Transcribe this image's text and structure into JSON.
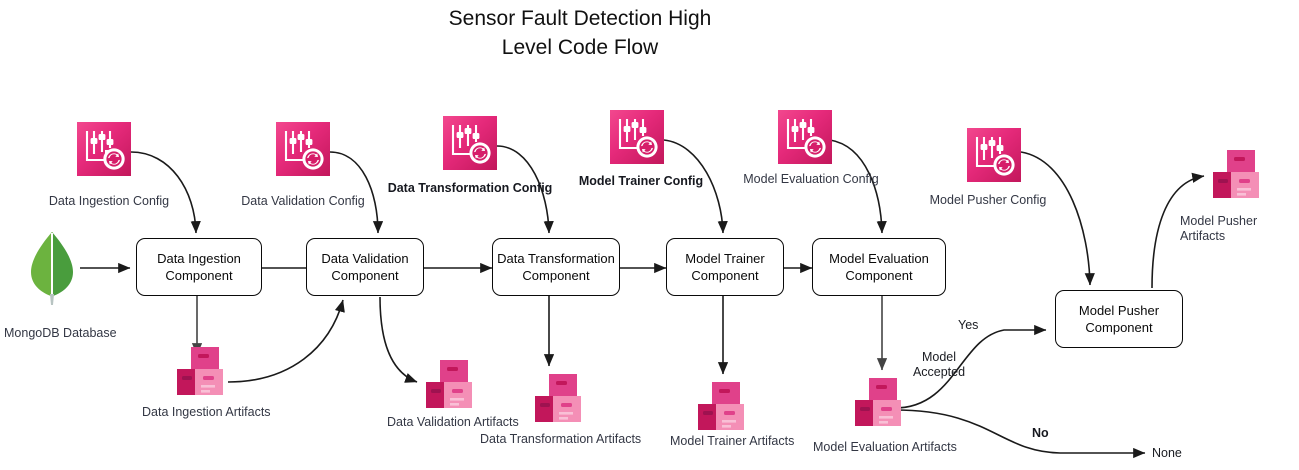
{
  "title": "Sensor Fault Detection High\nLevel Code Flow",
  "colors": {
    "config_icon_light": "#f2488e",
    "config_icon_mid": "#e62a7b",
    "config_icon_dark": "#c2175b",
    "artifact_top_box": "#e0418a",
    "artifact_left_box": "#c2175b",
    "artifact_front_box": "#f48fb6",
    "mongo_leaf_light": "#6cb33f",
    "mongo_leaf_dark": "#499d3d",
    "mongo_stem": "#b8c4c2",
    "stroke": "#1a1a1a",
    "box_border": "#0a0a0a",
    "label_text": "#333744"
  },
  "source": {
    "name": "mongodb-database",
    "icon": "mongodb-leaf-icon",
    "label": "MongoDB Database"
  },
  "components": [
    {
      "id": "data-ingestion",
      "label": "Data Ingestion\nComponent"
    },
    {
      "id": "data-validation",
      "label": "Data Validation\nComponent"
    },
    {
      "id": "data-transformation",
      "label": "Data Transformation\nComponent"
    },
    {
      "id": "model-trainer",
      "label": "Model Trainer\nComponent"
    },
    {
      "id": "model-evaluation",
      "label": "Model Evaluation\nComponent"
    },
    {
      "id": "model-pusher",
      "label": "Model Pusher\nComponent"
    }
  ],
  "configs": [
    {
      "id": "data-ingestion-config",
      "icon": "config-sliders-gear-icon",
      "label": "Data Ingestion Config",
      "bold": false
    },
    {
      "id": "data-validation-config",
      "icon": "config-sliders-gear-icon",
      "label": "Data Validation Config",
      "bold": false
    },
    {
      "id": "data-transformation-config",
      "icon": "config-sliders-gear-icon",
      "label": "Data Transformation Config",
      "bold": true
    },
    {
      "id": "model-trainer-config",
      "icon": "config-sliders-gear-icon",
      "label": "Model Trainer Config",
      "bold": true
    },
    {
      "id": "model-evaluation-config",
      "icon": "config-sliders-gear-icon",
      "label": "Model Evaluation Config",
      "bold": false
    },
    {
      "id": "model-pusher-config",
      "icon": "config-sliders-gear-icon",
      "label": "Model Pusher Config",
      "bold": false
    }
  ],
  "artifacts": [
    {
      "id": "data-ingestion-artifacts",
      "icon": "artifact-boxes-icon",
      "label": "Data Ingestion Artifacts"
    },
    {
      "id": "data-validation-artifacts",
      "icon": "artifact-boxes-icon",
      "label": "Data Validation Artifacts"
    },
    {
      "id": "data-transformation-artifacts",
      "icon": "artifact-boxes-icon",
      "label": "Data Transformation Artifacts"
    },
    {
      "id": "model-trainer-artifacts",
      "icon": "artifact-boxes-icon",
      "label": "Model Trainer Artifacts"
    },
    {
      "id": "model-evaluation-artifacts",
      "icon": "artifact-boxes-icon",
      "label": "Model Evaluation Artifacts"
    },
    {
      "id": "model-pusher-artifacts",
      "icon": "artifact-boxes-icon",
      "label": "Model Pusher Artifacts"
    }
  ],
  "decision": {
    "condition": "Model\nAccepted",
    "yes_label": "Yes",
    "no_label": "No",
    "no_target": "None"
  }
}
